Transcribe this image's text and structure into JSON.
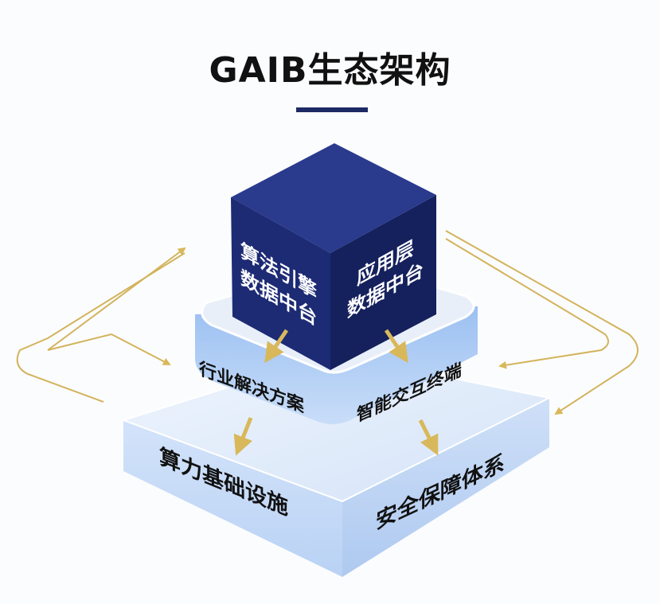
{
  "title": "GAIB生态架构",
  "cube": {
    "left_face": [
      "算法引擎",
      "数据中台"
    ],
    "right_face": [
      "应用层",
      "数据中台"
    ]
  },
  "middle_layer": {
    "left": "行业解决方案",
    "right": "智能交互终端"
  },
  "base_layer": {
    "left": "算力基础设施",
    "right": "安全保障体系"
  },
  "colors": {
    "navy": "#1b2a6b",
    "gold": "#c9a646",
    "light_blue": "#cfe0f8"
  }
}
